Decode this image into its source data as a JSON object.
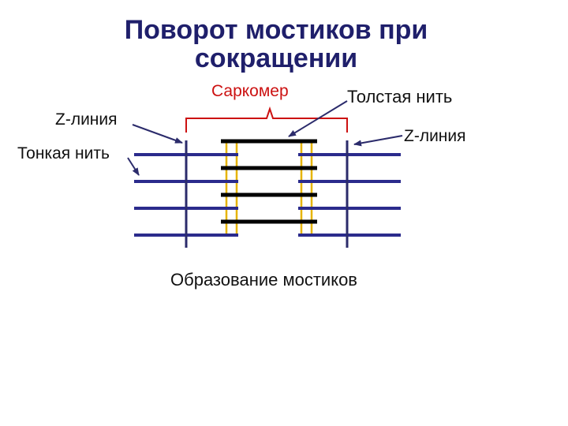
{
  "title": "Поворот мостиков при сокращении",
  "labels": {
    "sarcomere": "Саркомер",
    "thick_filament": "Толстая нить",
    "z_line_left": "Z-линия",
    "z_line_right": "Z-линия",
    "thin_filament": "Тонкая нить",
    "bridge_formation": "Образование мостиков"
  },
  "colors": {
    "thin_filament": "#2b2b8c",
    "thick_filament": "#000000",
    "z_line": "#2b2b6b",
    "cross_bridge": "#e6b400",
    "sarcomere_bracket": "#cc1111",
    "title": "#1f1f6b"
  }
}
